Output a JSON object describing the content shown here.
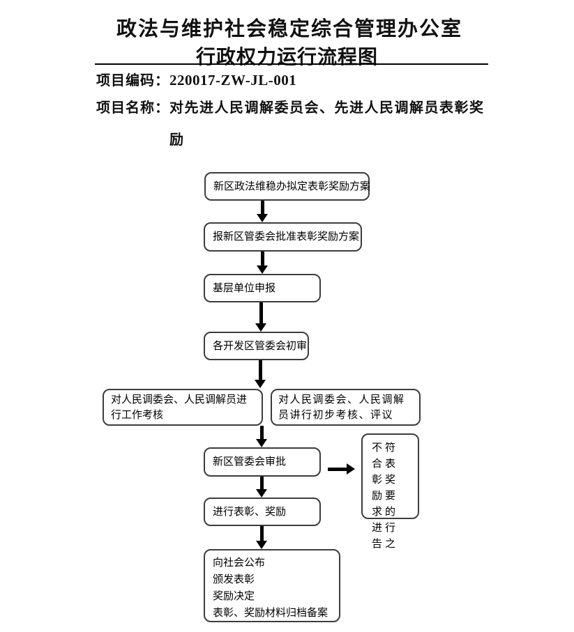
{
  "header": {
    "title_line1": "政法与维护社会稳定综合管理办公室",
    "title_line2": "行政权力运行流程图"
  },
  "meta": {
    "code_label": "项目编码：",
    "code_value": "220017-ZW-JL-001",
    "name_label": "项目名称：",
    "name_value": "对先进人民调解委员会、先进人民调解员表彰奖励"
  },
  "flow": {
    "nodes": [
      {
        "id": "draft-plan",
        "label": "新区政法维稳办拟定表彰奖励方案"
      },
      {
        "id": "report-approve-plan",
        "label": "报新区管委会批准表彰奖励方案"
      },
      {
        "id": "grassroots-declare",
        "label": "基层单位申报"
      },
      {
        "id": "devzone-initial-review",
        "label": "各开发区管委会初审"
      },
      {
        "id": "work-assessment",
        "label": "对人民调委会、人民调解员进行工作考核"
      },
      {
        "id": "preliminary-review",
        "label": "对人民调委会、人民调解员讲行初步考核、评议"
      },
      {
        "id": "committee-approval",
        "label": "新区管委会审批"
      },
      {
        "id": "notify-noncompliant",
        "label": "不符合表彰奖励要求的进行告之"
      },
      {
        "id": "commend-reward",
        "label": "进行表彰、奖励"
      },
      {
        "id": "publish-archive",
        "lines": [
          "向社会公布",
          "颁发表彰",
          "奖励决定",
          "表彰、奖励材料归档备案"
        ]
      }
    ],
    "edges": [
      {
        "from": "draft-plan",
        "to": "report-approve-plan"
      },
      {
        "from": "report-approve-plan",
        "to": "grassroots-declare"
      },
      {
        "from": "grassroots-declare",
        "to": "devzone-initial-review"
      },
      {
        "from": "devzone-initial-review",
        "to": "work-assessment|preliminary-review"
      },
      {
        "from": "work-assessment|preliminary-review",
        "to": "committee-approval"
      },
      {
        "from": "committee-approval",
        "to": "notify-noncompliant"
      },
      {
        "from": "committee-approval",
        "to": "commend-reward"
      },
      {
        "from": "commend-reward",
        "to": "publish-archive"
      }
    ]
  }
}
